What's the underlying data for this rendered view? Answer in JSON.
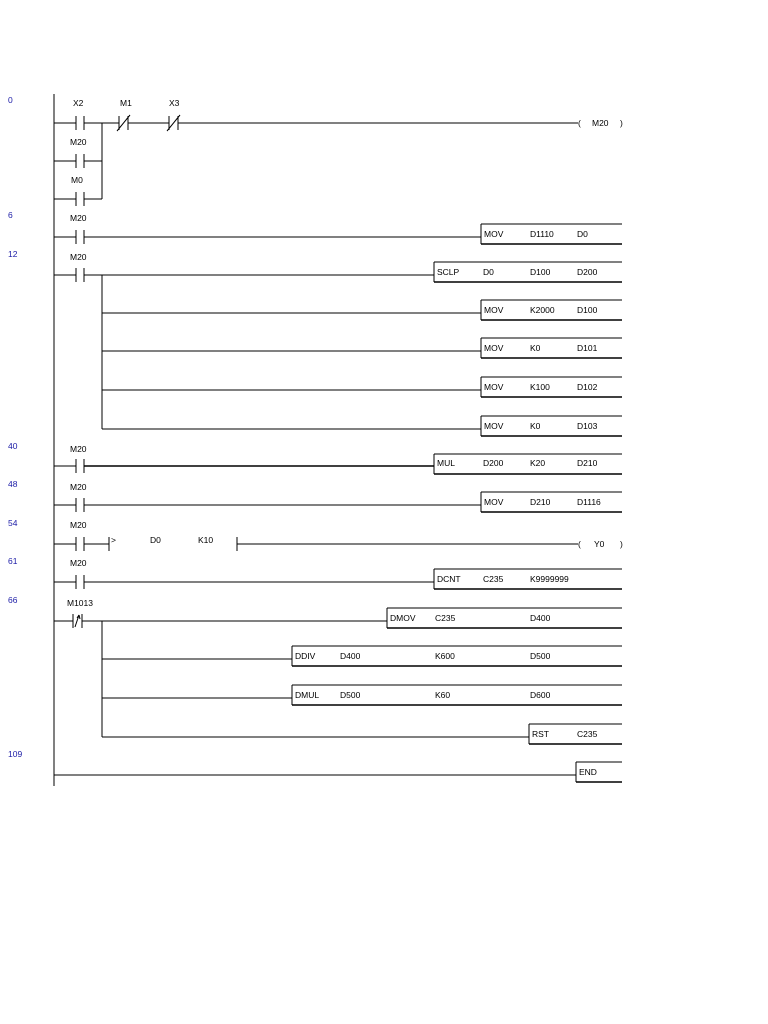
{
  "step_numbers": [
    "0",
    "6",
    "12",
    "40",
    "48",
    "54",
    "61",
    "66",
    "109"
  ],
  "coil_symbols": {
    "open": "(",
    "close": ")"
  },
  "rungs": [
    {
      "step": "0",
      "contacts": [
        {
          "label": "X2",
          "type": "NO"
        },
        {
          "label": "M1",
          "type": "NC"
        },
        {
          "label": "X3",
          "type": "NC"
        }
      ],
      "parallel": [
        {
          "label": "M20",
          "type": "NO"
        },
        {
          "label": "M0",
          "type": "NO"
        }
      ],
      "coil": "M20"
    },
    {
      "step": "6",
      "contacts": [
        {
          "label": "M20",
          "type": "NO"
        }
      ],
      "instructions": [
        {
          "op": "MOV",
          "args": [
            "D1110",
            "D0"
          ]
        }
      ]
    },
    {
      "step": "12",
      "contacts": [
        {
          "label": "M20",
          "type": "NO"
        }
      ],
      "instructions": [
        {
          "op": "SCLP",
          "args": [
            "D0",
            "D100",
            "D200"
          ]
        },
        {
          "op": "MOV",
          "args": [
            "K2000",
            "D100"
          ]
        },
        {
          "op": "MOV",
          "args": [
            "K0",
            "D101"
          ]
        },
        {
          "op": "MOV",
          "args": [
            "K100",
            "D102"
          ]
        },
        {
          "op": "MOV",
          "args": [
            "K0",
            "D103"
          ]
        }
      ]
    },
    {
      "step": "40",
      "contacts": [
        {
          "label": "M20",
          "type": "NO"
        }
      ],
      "instructions": [
        {
          "op": "MUL",
          "args": [
            "D200",
            "K20",
            "D210"
          ]
        }
      ]
    },
    {
      "step": "48",
      "contacts": [
        {
          "label": "M20",
          "type": "NO"
        }
      ],
      "instructions": [
        {
          "op": "MOV",
          "args": [
            "D210",
            "D1116"
          ]
        }
      ]
    },
    {
      "step": "54",
      "contacts": [
        {
          "label": "M20",
          "type": "NO"
        }
      ],
      "compare": {
        "op": ">",
        "args": [
          "D0",
          "K10"
        ]
      },
      "coil": "Y0"
    },
    {
      "step": "61",
      "contacts": [
        {
          "label": "M20",
          "type": "NO"
        }
      ],
      "instructions": [
        {
          "op": "DCNT",
          "args": [
            "C235",
            "K9999999"
          ]
        }
      ]
    },
    {
      "step": "66",
      "contacts": [
        {
          "label": "M1013",
          "type": "PULSE"
        }
      ],
      "instructions": [
        {
          "op": "DMOV",
          "args": [
            "C235",
            "D400"
          ]
        },
        {
          "op": "DDIV",
          "args": [
            "D400",
            "K600",
            "D500"
          ]
        },
        {
          "op": "DMUL",
          "args": [
            "D500",
            "K60",
            "D600"
          ]
        },
        {
          "op": "RST",
          "args": [
            "C235"
          ]
        }
      ]
    },
    {
      "step": "109",
      "instructions": [
        {
          "op": "END",
          "args": []
        }
      ]
    }
  ]
}
